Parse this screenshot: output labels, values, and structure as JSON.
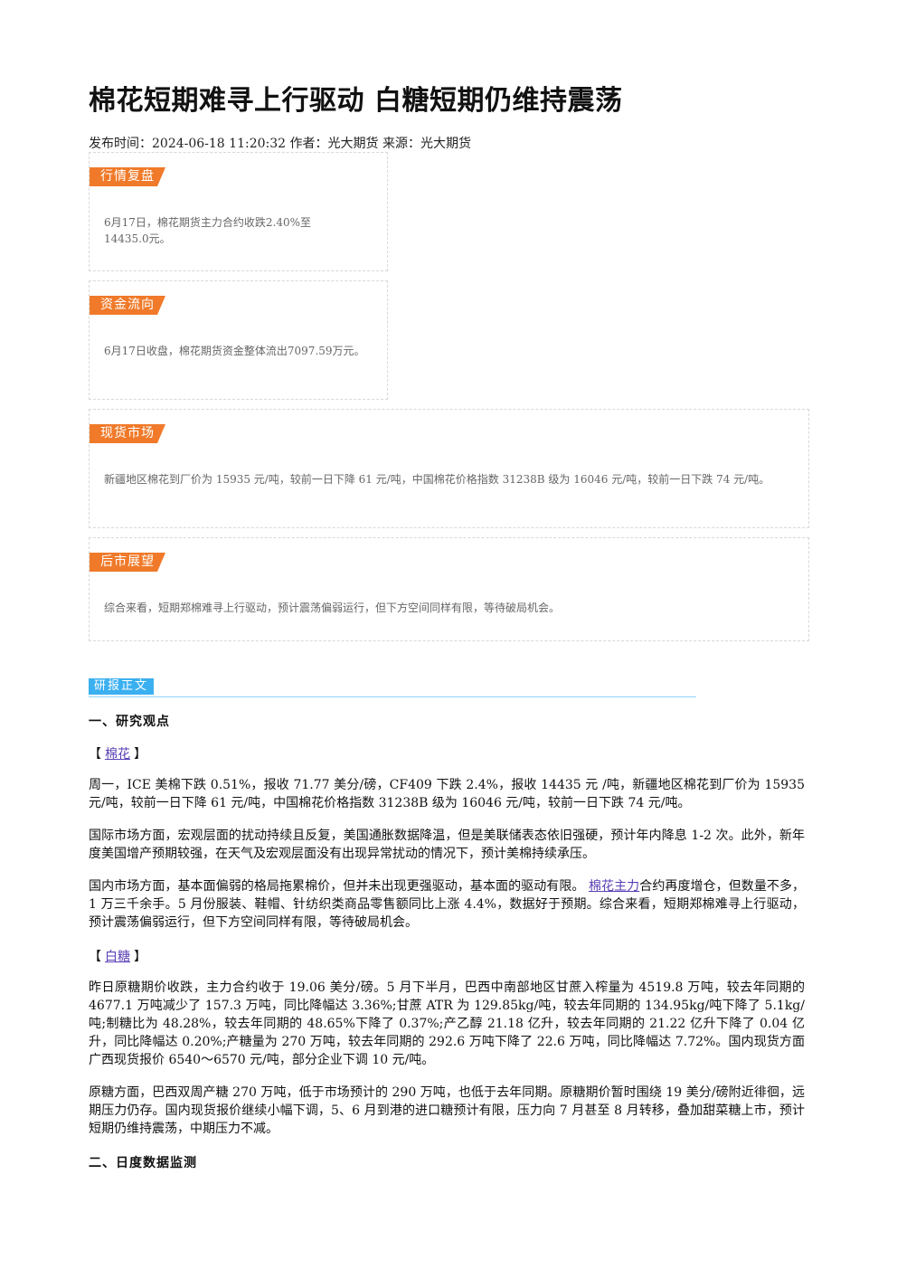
{
  "title": "棉花短期难寻上行驱动 白糖短期仍维持震荡",
  "meta": "发布时间：2024-06-18 11:20:32 作者：光大期货 来源：光大期货",
  "cards": [
    {
      "tag": "行情复盘",
      "text": "6月17日，棉花期货主力合约收跌2.40%至14435.0元。"
    },
    {
      "tag": "资金流向",
      "text": "6月17日收盘，棉花期货资金整体流出7097.59万元。"
    },
    {
      "tag": "现货市场",
      "text": "新疆地区棉花到厂价为 15935 元/吨，较前一日下降 61 元/吨，中国棉花价格指数 31238B 级为 16046 元/吨，较前一日下跌 74 元/吨。"
    },
    {
      "tag": "后市展望",
      "text": "综合来看，短期郑棉难寻上行驱动，预计震荡偏弱运行，但下方空间同样有限，等待破局机会。"
    }
  ],
  "report": {
    "section_label": "研报正文",
    "h1": "一、研究观点",
    "cotton_bracket": {
      "open": "【",
      "link": "棉花",
      "close": "】"
    },
    "cotton_p1": "周一，ICE 美棉下跌 0.51%，报收 71.77 美分/磅，CF409 下跌 2.4%，报收 14435 元 /吨，新疆地区棉花到厂价为 15935 元/吨，较前一日下降 61 元/吨，中国棉花价格指数 31238B 级为 16046 元/吨，较前一日下跌 74 元/吨。",
    "cotton_p2": "国际市场方面，宏观层面的扰动持续且反复，美国通胀数据降温，但是美联储表态依旧强硬，预计年内降息 1-2 次。此外，新年度美国增产预期较强，在天气及宏观层面没有出现异常扰动的情况下，预计美棉持续承压。",
    "cotton_p3_a": "国内市场方面，基本面偏弱的格局拖累棉价，但并未出现更强驱动，基本面的驱动有限。",
    "cotton_p3_link": "棉花主力",
    "cotton_p3_b": "合约再度增仓，但数量不多，1 万三千余手。5 月份服装、鞋帽、针纺织类商品零售额同比上涨 4.4%，数据好于预期。综合来看，短期郑棉难寻上行驱动，预计震荡偏弱运行，但下方空间同样有限，等待破局机会。",
    "sugar_bracket": {
      "open": "【",
      "link": "白糖",
      "close": "】"
    },
    "sugar_p1": "昨日原糖期价收跌，主力合约收于 19.06 美分/磅。5 月下半月，巴西中南部地区甘蔗入榨量为 4519.8 万吨，较去年同期的 4677.1 万吨减少了 157.3 万吨，同比降幅达 3.36%;甘蔗 ATR 为 129.85kg/吨，较去年同期的 134.95kg/吨下降了 5.1kg/吨;制糖比为 48.28%，较去年同期的 48.65%下降了 0.37%;产乙醇 21.18 亿升，较去年同期的 21.22 亿升下降了 0.04 亿升，同比降幅达 0.20%;产糖量为 270 万吨，较去年同期的 292.6 万吨下降了 22.6 万吨，同比降幅达 7.72%。国内现货方面广西现货报价 6540～6570 元/吨，部分企业下调 10 元/吨。",
    "sugar_p2": "原糖方面，巴西双周产糖 270 万吨，低于市场预计的 290 万吨，也低于去年同期。原糖期价暂时围绕 19 美分/磅附近徘徊，远期压力仍存。国内现货报价继续小幅下调，5、6 月到港的进口糖预计有限，压力向 7 月甚至 8 月转移，叠加甜菜糖上市，预计短期仍维持震荡，中期压力不减。",
    "h2": "二、日度数据监测"
  },
  "colors": {
    "tag_orange": "#f07a2a",
    "section_blue": "#3bb0f0",
    "link_purple": "#5a3fb5"
  }
}
